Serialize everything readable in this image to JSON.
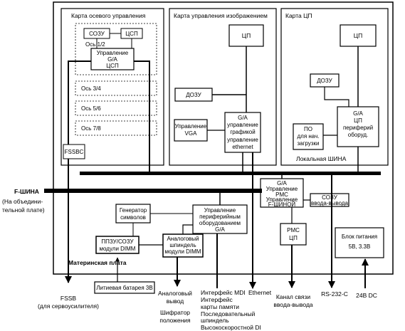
{
  "boards": {
    "axis": "Карта осевого управления",
    "image": "Карта управления изображением",
    "cpu": "Карта ЦП"
  },
  "axis_card": {
    "sozu": "СОЗУ",
    "dsp": "ЦСП",
    "axis12": "Ось 1/2",
    "ctrl_lines": [
      "Управление",
      "G/A",
      "ЦСП"
    ],
    "axis34": "Ось 3/4",
    "axis56": "Ось 5/6",
    "axis78": "Ось 7/8",
    "fssbc": "FSSBC"
  },
  "image_card": {
    "cpu": "ЦП",
    "dozu": "ДОЗУ",
    "vga_lines": [
      "Управление",
      "VGA"
    ],
    "gfx_lines": [
      "G/A",
      "управление",
      "графикой",
      "управление",
      "ethernet"
    ]
  },
  "cpu_card": {
    "cpu": "ЦП",
    "dozu": "ДОЗУ",
    "boot_lines": [
      "ПО",
      "для нач.",
      "загрузки"
    ],
    "periph_lines": [
      "G/A",
      "ЦП",
      "периферий",
      "оборуд."
    ],
    "local_bus": "Локальная ШИНА"
  },
  "mid": {
    "pmc_ctrl_lines": [
      "G/A",
      "Управление",
      "PMC",
      "Управление",
      "F-ШИНОЙ"
    ],
    "sozu_io_lines": [
      "СОЗУ",
      "ввода-вывода"
    ],
    "pmc_cpu_lines": [
      "PMC",
      "ЦП"
    ],
    "chargen_lines": [
      "Генератор",
      "символов"
    ],
    "periph_ctrl_lines": [
      "Управление",
      "периферийным",
      "оборудованием",
      "G/A"
    ],
    "ppzu_lines": [
      "ППЗУ/СОЗУ",
      "модули DIMM"
    ],
    "analog_lines": [
      "Аналоговый",
      "шпиндель",
      "модули DIMM"
    ],
    "power_lines": [
      "Блок питания",
      "5В, 3.3В"
    ],
    "motherboard": "Материнская плата"
  },
  "fbus_lines": [
    "F-ШИНА",
    "(На объедини-",
    "тельной плате)"
  ],
  "battery": "Литиевая батарея 3В",
  "bottom": {
    "fssb_lines": [
      "FSSB",
      "(для сервоусилителя)"
    ],
    "analog_out_lines": [
      "Аналоговый",
      "вывод",
      "Шифратор",
      "положения"
    ],
    "mdi_lines": [
      "Интерфейс MDI",
      "Интерфейс",
      "карты памяти",
      "Последовательный",
      "шпиндель",
      "Высокоскоростной DI"
    ],
    "ethernet": "Ethernet",
    "io_link_lines": [
      "Канал связи",
      "ввода-вывода"
    ],
    "rs232": "RS-232-C",
    "dc24": "24В DC"
  }
}
